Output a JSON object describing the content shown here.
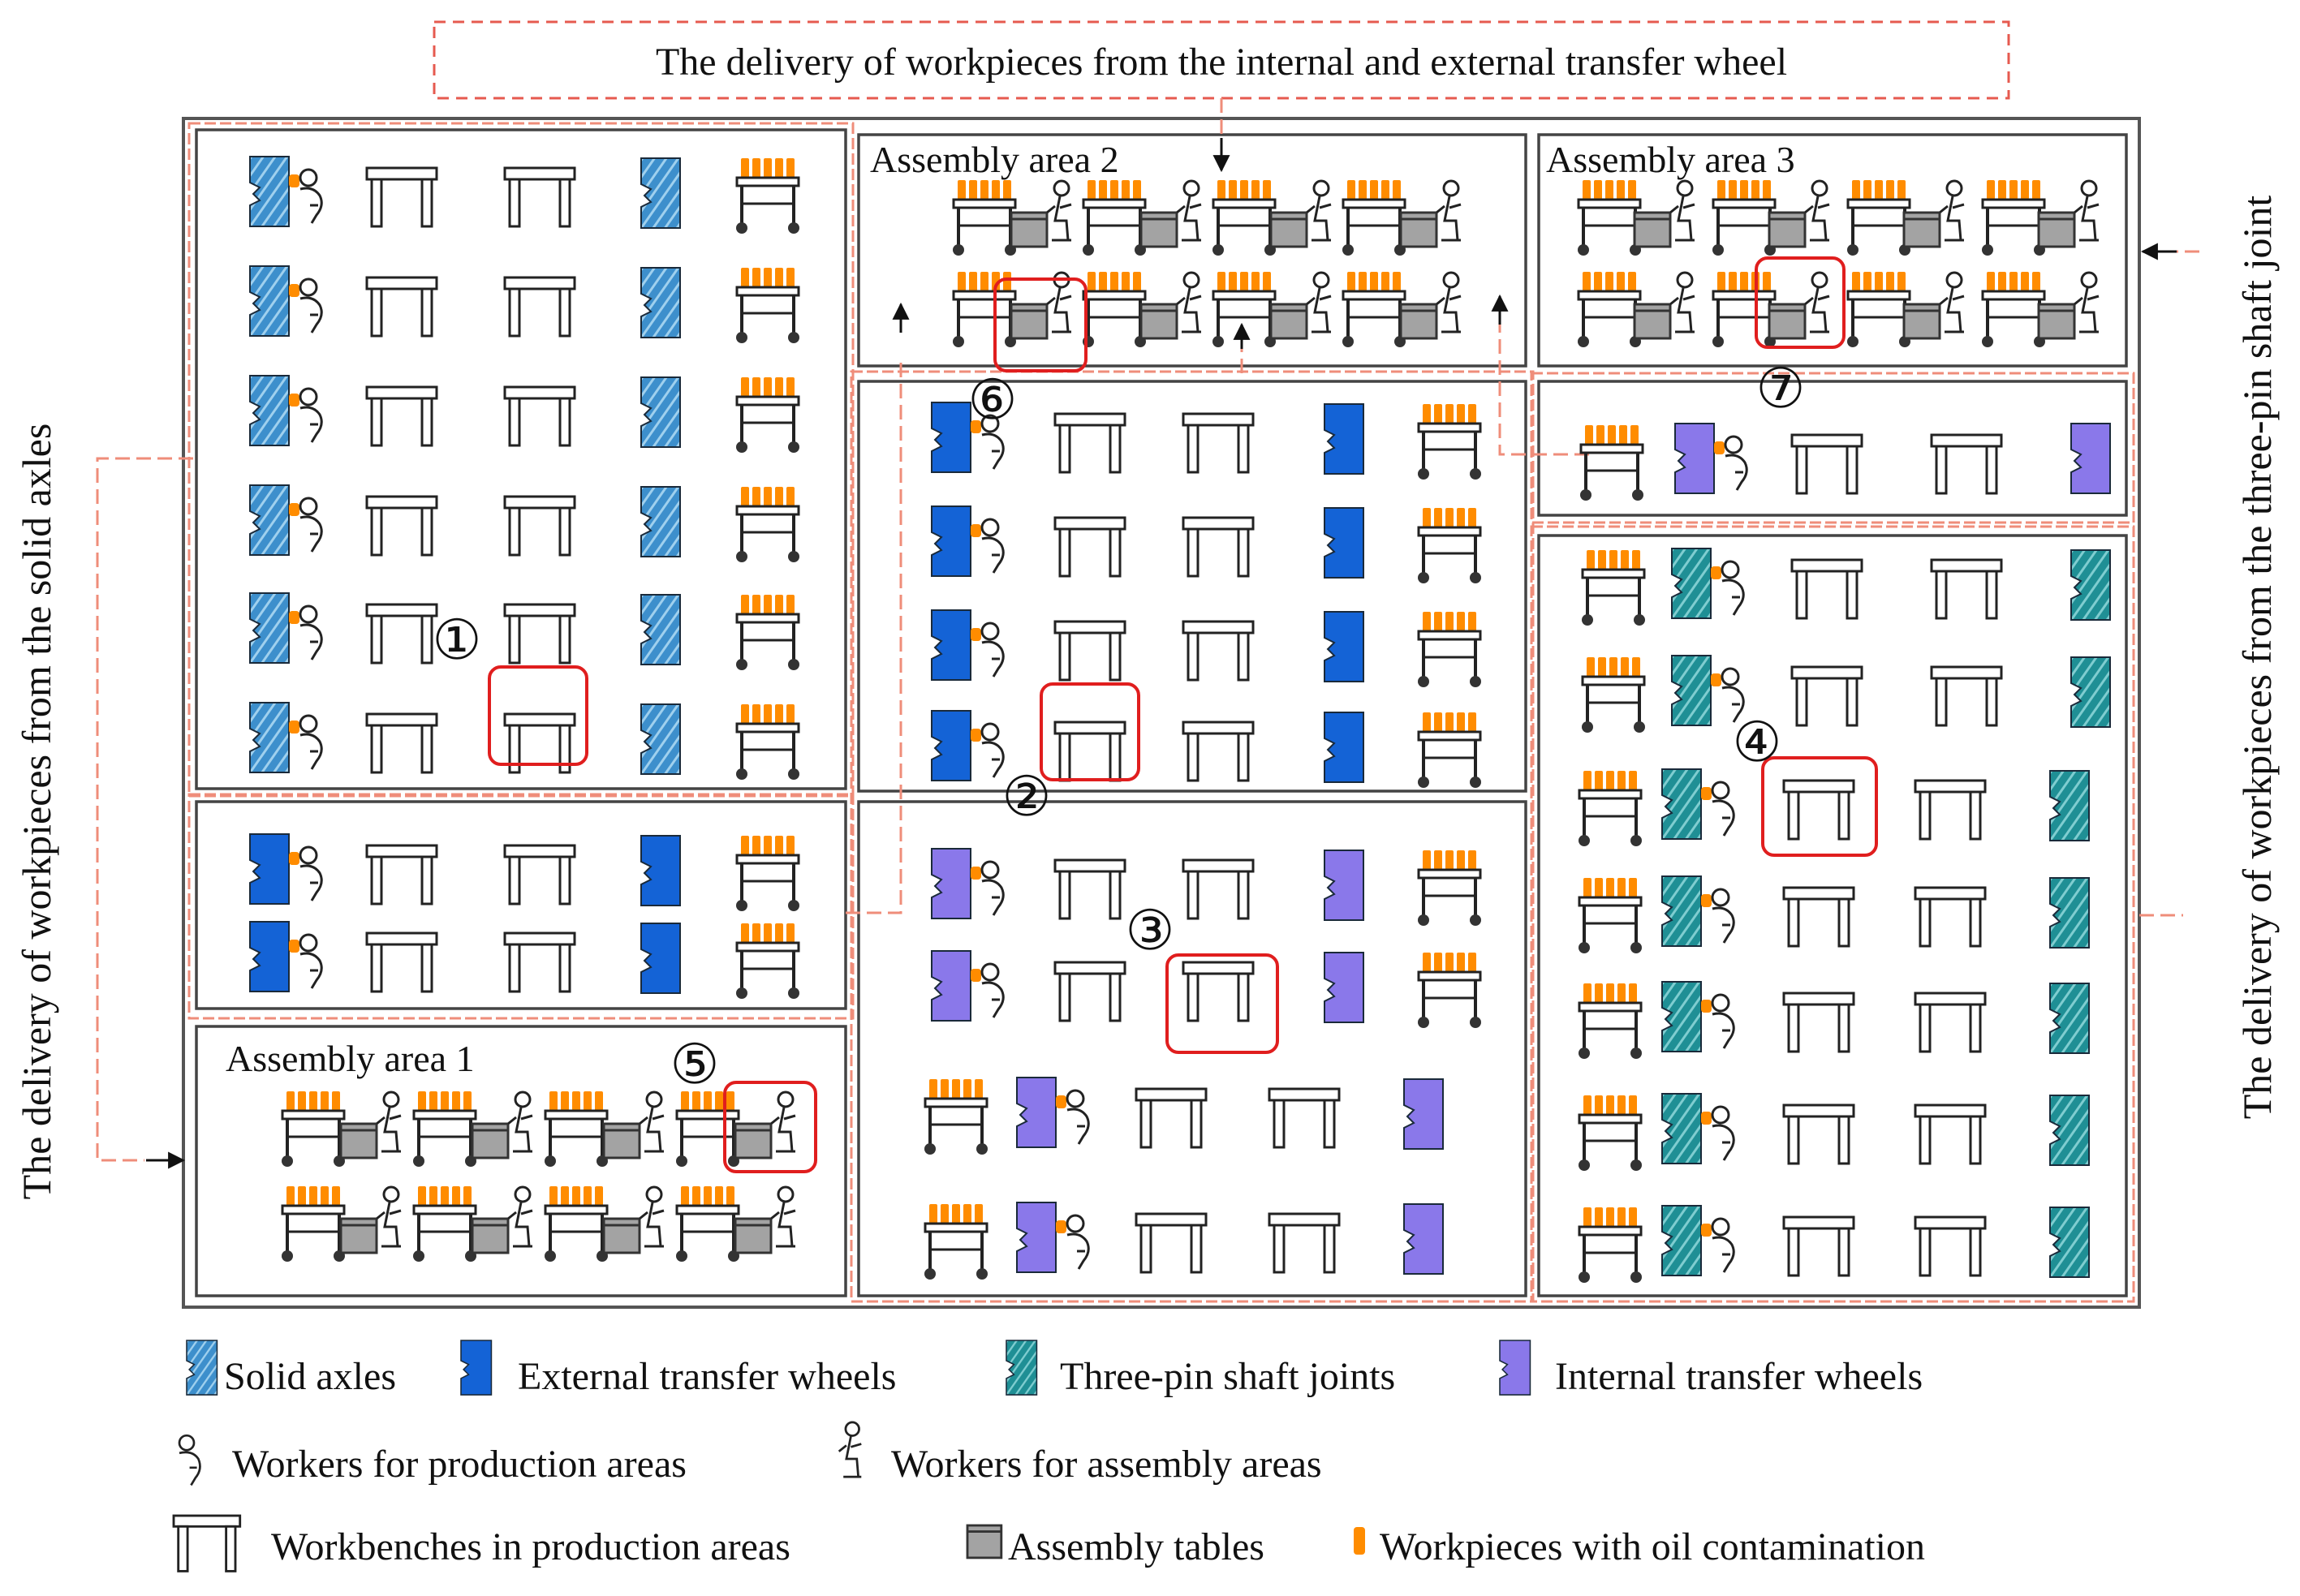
{
  "colors": {
    "solid_axle": "#3d8fcc",
    "solid_axle_stripe": "#9fd0ee",
    "external_wheel": "#1463d6",
    "three_pin_joint": "#1f8f95",
    "three_pin_joint_stripe": "#7fcdd0",
    "internal_wheel": "#8a78ea",
    "oil": "#ff8c00",
    "highlight": "#e01e1e",
    "flow": "#ef8d7a",
    "table": "#a3a3a3"
  },
  "top_label": "The delivery of workpieces from the internal and external transfer wheel",
  "left_label": "The delivery of workpieces from the solid axles",
  "right_label": "The delivery of workpieces from the three-pin shaft joint",
  "areas": {
    "assembly1": "Assembly area 1",
    "assembly2": "Assembly area 2",
    "assembly3": "Assembly area 3"
  },
  "markers": [
    "①",
    "②",
    "③",
    "④",
    "⑤",
    "⑥",
    "⑦"
  ],
  "legend": {
    "solid_axles": "Solid axles",
    "external_wheels": "External transfer wheels",
    "three_pin_joints": "Three-pin shaft joints",
    "internal_wheels": "Internal  transfer wheels",
    "production_workers": "Workers for production areas",
    "assembly_workers": "Workers for assembly areas",
    "workbenches": "Workbenches in production areas",
    "assembly_tables": "Assembly tables",
    "oil_workpieces": "Workpieces with oil contamination"
  }
}
